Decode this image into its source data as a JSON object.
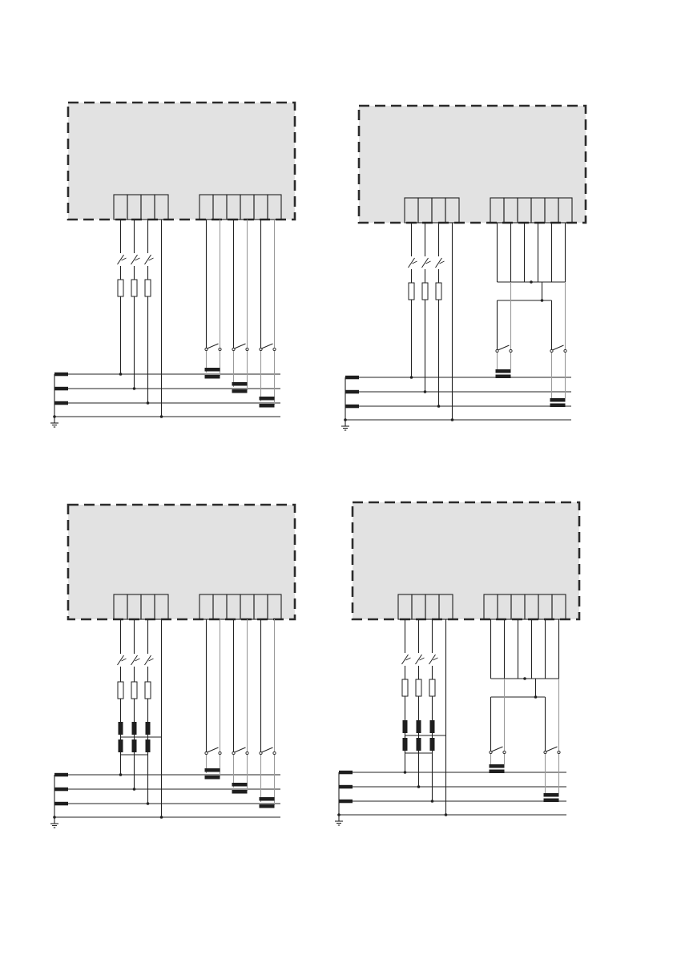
{
  "page": {
    "background": "#ffffff"
  },
  "colors": {
    "device_fill": "#e2e2e2",
    "device_border": "#2b2b2b",
    "wire": "#222222",
    "bar": "#1e1e1e",
    "wire_light": "#9a9a9a"
  },
  "diagrams": [
    {
      "id": "diagram-1",
      "variant": "fuses-separate-ct"
    },
    {
      "id": "diagram-2",
      "variant": "fuses-bridged-ct"
    },
    {
      "id": "diagram-3",
      "variant": "fuses-vt-separate-ct"
    },
    {
      "id": "diagram-4",
      "variant": "fuses-vt-bridged-ct"
    }
  ],
  "symbols": [
    "ground-icon",
    "fuse-icon",
    "switch-icon",
    "current-transformer-icon",
    "voltage-transformer-icon"
  ]
}
